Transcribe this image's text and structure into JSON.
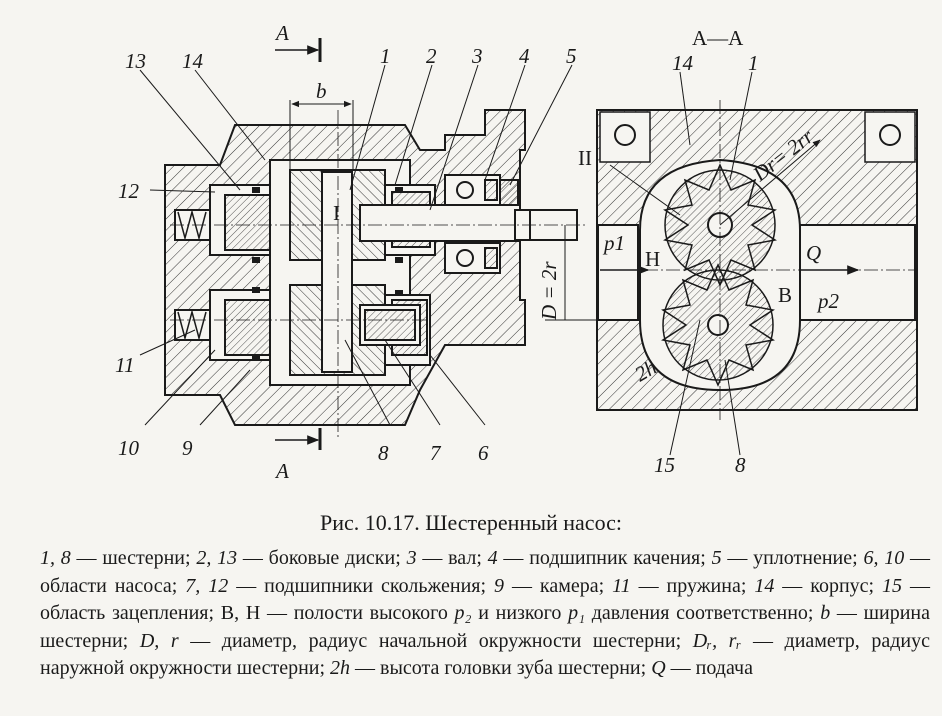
{
  "labels": {
    "section_top": "A",
    "section_bottom": "A",
    "section_title": "A—A",
    "width_b": "b",
    "n1": "1",
    "n2": "2",
    "n3": "3",
    "n4": "4",
    "n5": "5",
    "n6": "6",
    "n7": "7",
    "n8": "8",
    "n9": "9",
    "n10": "10",
    "n11": "11",
    "n12": "12",
    "n13": "13",
    "n14": "14",
    "n14b": "14",
    "n1b": "1",
    "n15": "15",
    "n8b": "8",
    "zone": "I",
    "zone_II": "II",
    "diam_D": "D = 2r",
    "diam_Dr": "Dr= 2rr",
    "height_2h": "2h",
    "p1": "p1",
    "p2": "p2",
    "H": "H",
    "B": "B",
    "Q": "Q"
  },
  "caption": "Рис. 10.17. Шестеренный насос:",
  "legend": [
    {
      "t": "1, 8",
      "i": true
    },
    {
      "t": " — шестерни; "
    },
    {
      "t": "2, 13",
      "i": true
    },
    {
      "t": " — боковые диски; "
    },
    {
      "t": "3",
      "i": true
    },
    {
      "t": " — вал; "
    },
    {
      "t": "4",
      "i": true
    },
    {
      "t": " — подшипник качения; "
    },
    {
      "t": "5",
      "i": true
    },
    {
      "t": " — уплотнение; "
    },
    {
      "t": "6, 10",
      "i": true
    },
    {
      "t": " — области насоса; "
    },
    {
      "t": "7, 12",
      "i": true
    },
    {
      "t": " — подшипники скольжения; "
    },
    {
      "t": "9",
      "i": true
    },
    {
      "t": " — камера; "
    },
    {
      "t": "11",
      "i": true
    },
    {
      "t": " — пружина; "
    },
    {
      "t": "14",
      "i": true
    },
    {
      "t": " — корпус; "
    },
    {
      "t": "15",
      "i": true
    },
    {
      "t": " — область зацепления; В, Н — полости высокого "
    },
    {
      "t": "p₂",
      "i": true
    },
    {
      "t": " и низкого "
    },
    {
      "t": "p₁",
      "i": true
    },
    {
      "t": " давления соответственно; "
    },
    {
      "t": "b",
      "i": true
    },
    {
      "t": " — ширина шестерни; "
    },
    {
      "t": "D, r",
      "i": true
    },
    {
      "t": " — диаметр, радиус начальной окружности шестерни; "
    },
    {
      "t": "Dᵣ, rᵣ",
      "i": true
    },
    {
      "t": " — диаметр, радиус наружной окружности шестерни; "
    },
    {
      "t": "2h",
      "i": true
    },
    {
      "t": " — высота головки зуба шестерни; "
    },
    {
      "t": "Q",
      "i": true
    },
    {
      "t": " — подача"
    }
  ]
}
